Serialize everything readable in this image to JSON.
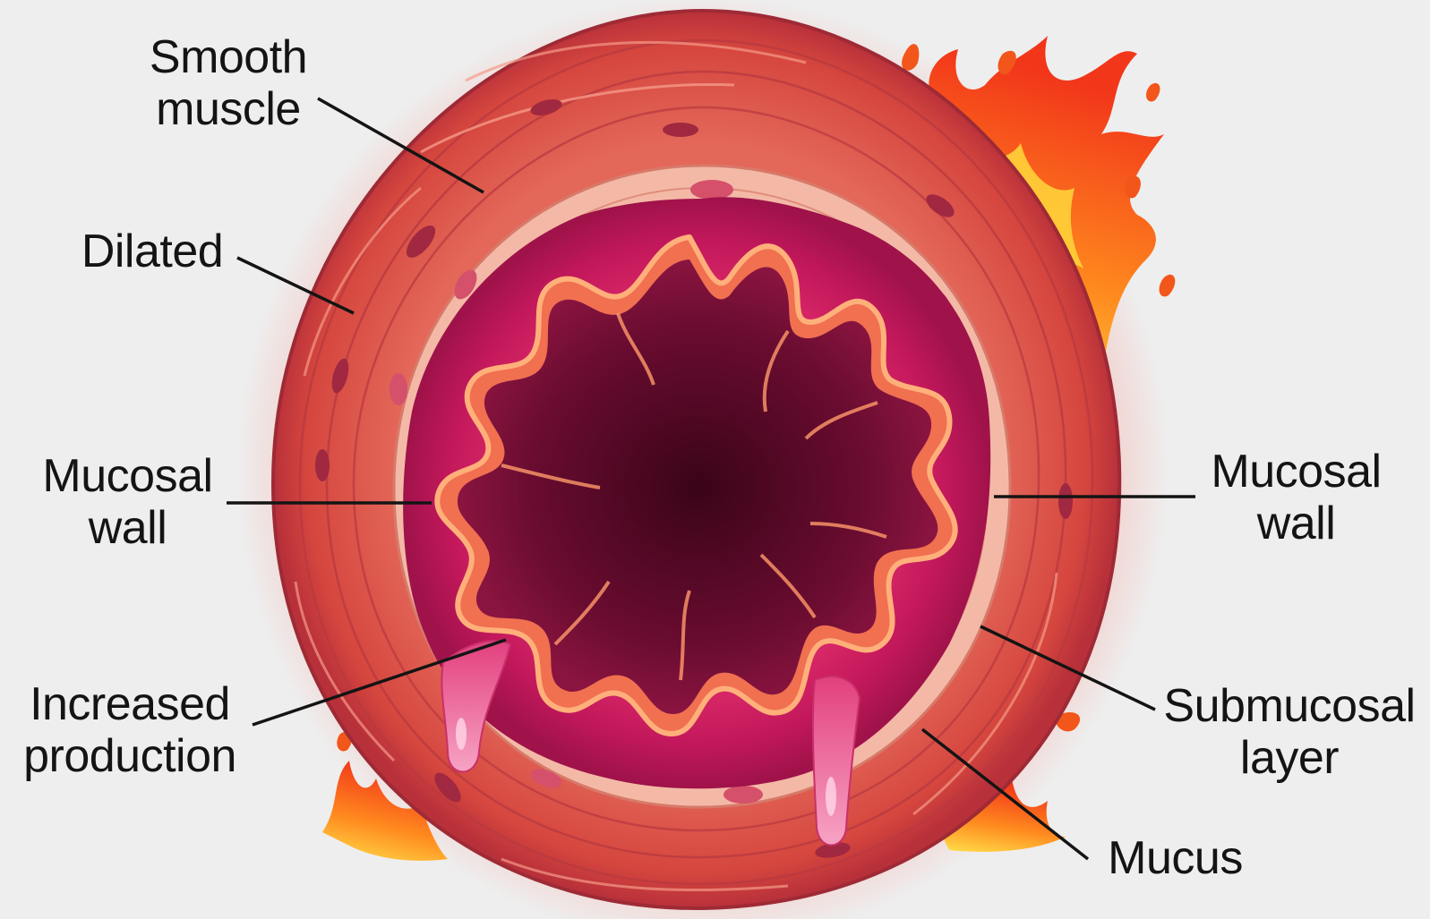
{
  "labels": {
    "smooth_muscle": {
      "line1": "Smooth",
      "line2": "muscle"
    },
    "dilated": {
      "line1": "Dilated"
    },
    "mucosal_wall_left": {
      "line1": "Mucosal",
      "line2": "wall"
    },
    "increased_production": {
      "line1": "Increased",
      "line2": "production"
    },
    "mucosal_wall_right": {
      "line1": "Mucosal",
      "line2": "wall"
    },
    "submucosal_layer": {
      "line1": "Submucosal",
      "line2": "layer"
    },
    "mucus": {
      "line1": "Mucus"
    }
  },
  "colors": {
    "background": "#eeeeee",
    "muscle_outer": "#d9534a",
    "muscle_mid": "#e8705f",
    "submucosa": "#f2b2a0",
    "mucosa": "#c2185b",
    "mucosa_glow": "#e0306a",
    "lumen": "#5a0a2a",
    "fold_highlight": "#ff9a6a",
    "mucus": "#f07aa8",
    "flame_outer": "#ff5a1e",
    "flame_inner": "#ffd23a",
    "leader_line": "#141414"
  }
}
